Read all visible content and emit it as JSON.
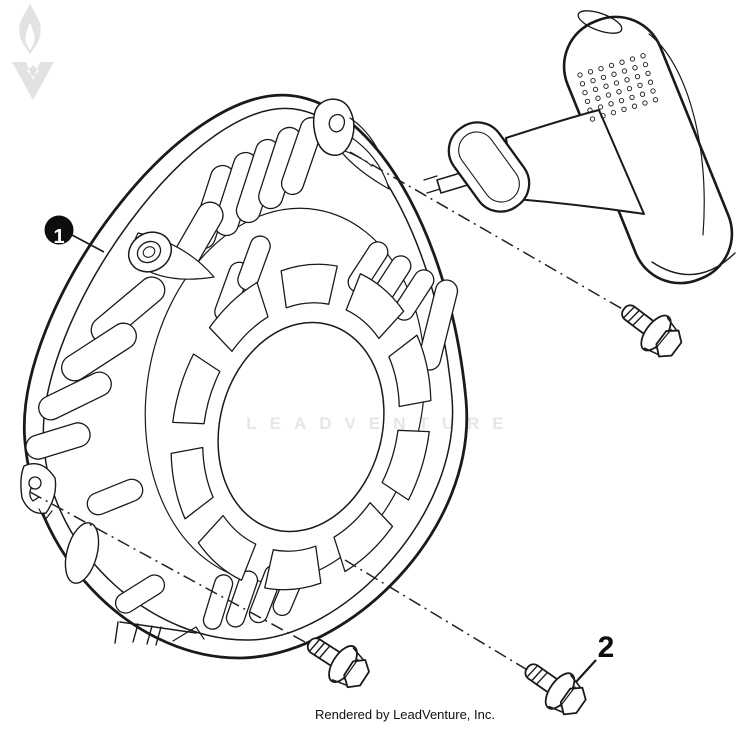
{
  "diagram": {
    "callouts": [
      {
        "label": "1"
      },
      {
        "label": "2"
      }
    ],
    "watermark": {
      "text": "LEADVENTURE"
    },
    "footer": {
      "credit": "Rendered by LeadVenture, Inc."
    },
    "colors": {
      "line": "#1a1a1a",
      "watermark_gray": "#e6e6e6",
      "callout_fill": "#0d0d0d",
      "background": "#ffffff"
    }
  }
}
